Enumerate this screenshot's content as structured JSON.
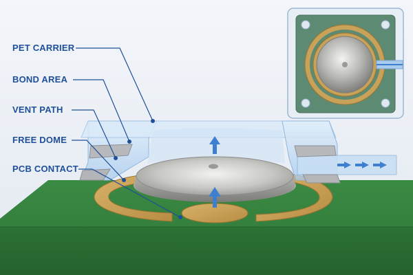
{
  "colors": {
    "label_blue": "#1f4f99",
    "pcb_green": "#2f7d3a",
    "copper": "#c9a25a",
    "film_blue": "#b8d6f2",
    "arrow_blue": "#3f7fd0",
    "dome_silver": "#b8b8b6"
  },
  "callouts": [
    {
      "text": "PET CARRIER"
    },
    {
      "text": "BOND AREA"
    },
    {
      "text": "VENT PATH"
    },
    {
      "text": "FREE DOME"
    },
    {
      "text": "PCB CONTACT"
    }
  ],
  "inset": {
    "depicts": "top view of dome switch with vent channel"
  },
  "icons": [
    "up-arrow-icon",
    "right-arrow-icon"
  ]
}
